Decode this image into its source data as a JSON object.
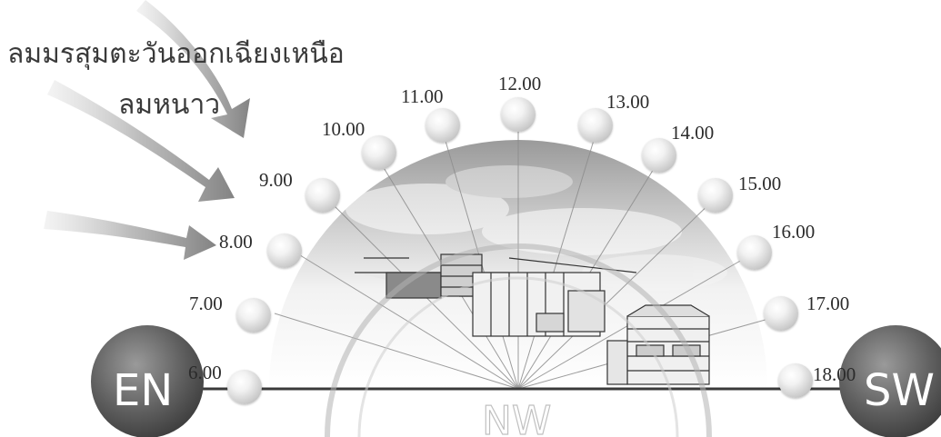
{
  "winds": {
    "northeast_monsoon": "ลมมรสุมตะวันออกเฉียงเหนือ",
    "cold_wind": "ลมหนาว"
  },
  "sun_times": [
    "6.00",
    "7.00",
    "8.00",
    "9.00",
    "10.00",
    "11.00",
    "12.00",
    "13.00",
    "14.00",
    "15.00",
    "16.00",
    "17.00",
    "18.00"
  ],
  "directions": {
    "left": "EN",
    "center": "NW",
    "right": "SW"
  }
}
